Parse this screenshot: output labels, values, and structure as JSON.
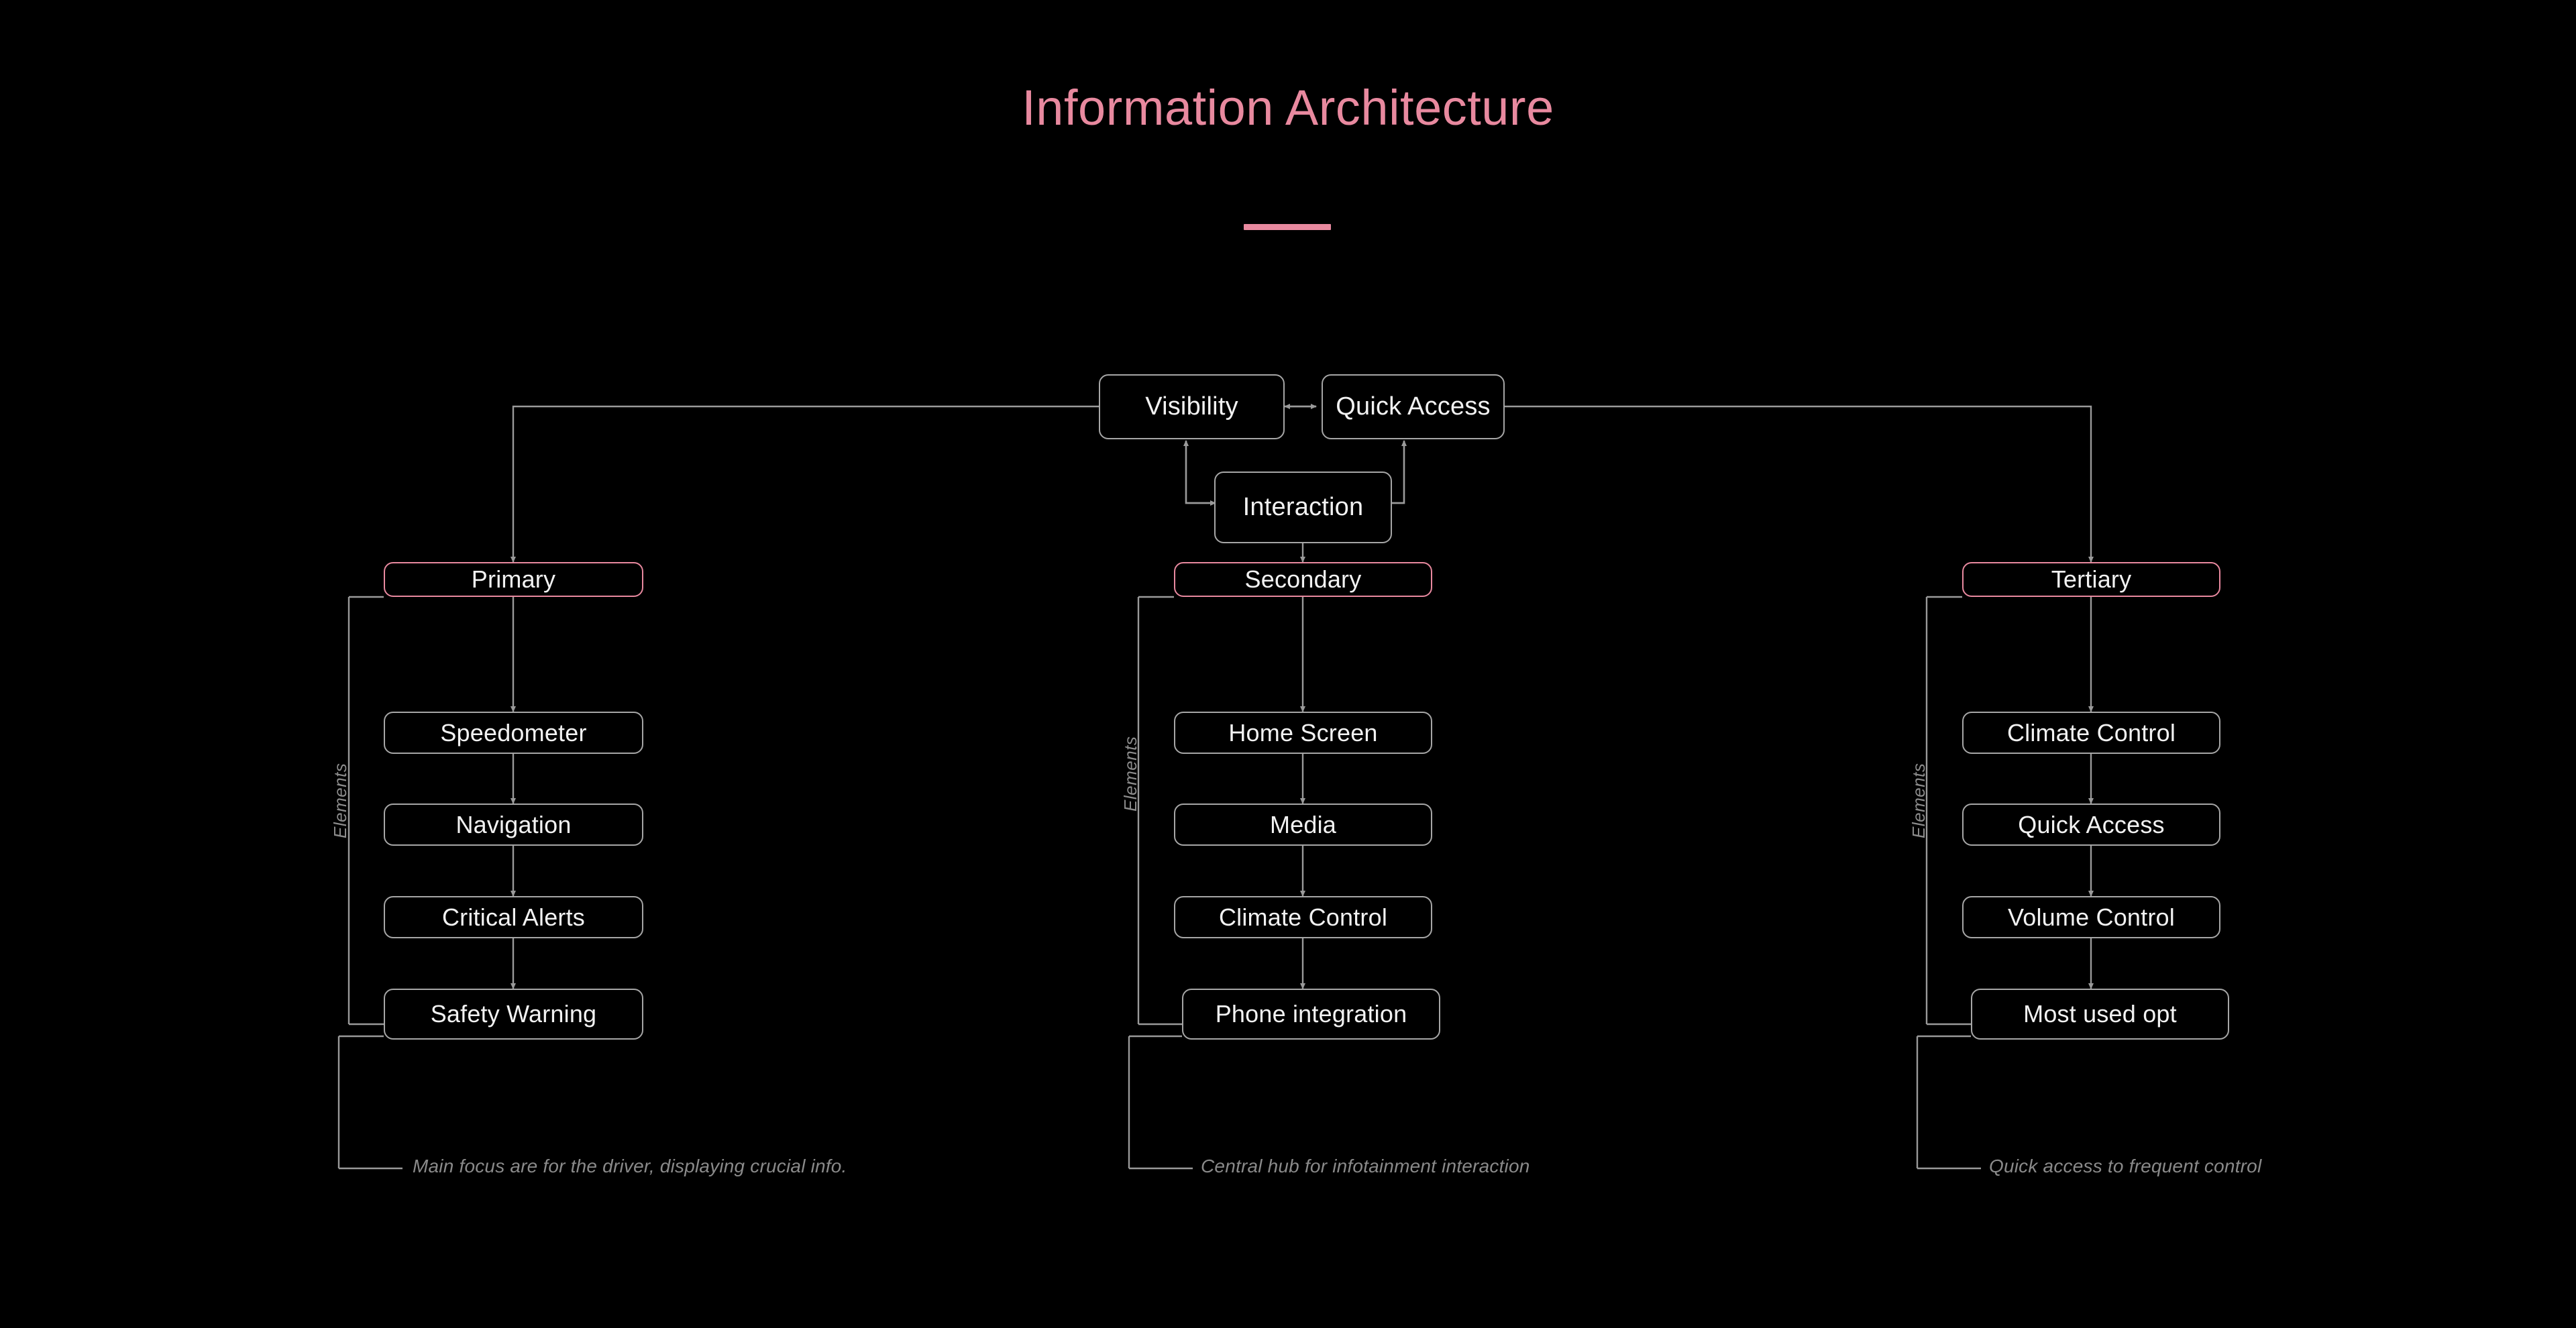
{
  "header": {
    "title": "Information Architecture",
    "accent_color": "#E8899F"
  },
  "colors": {
    "background": "#000000",
    "node_border": "#A6A6A6",
    "accent_border": "#E8899F",
    "node_text": "#F2F2F2",
    "muted_text": "#8A8A8A",
    "wire": "#9A9A9A"
  },
  "top_nodes": [
    {
      "id": "visibility",
      "label": "Visibility"
    },
    {
      "id": "quick-access",
      "label": "Quick Access"
    },
    {
      "id": "interaction",
      "label": "Interaction"
    }
  ],
  "columns": [
    {
      "id": "primary",
      "root": "Primary",
      "group_label": "Elements",
      "children": [
        "Speedometer",
        "Navigation",
        "Critical Alerts",
        "Safety Warning"
      ],
      "caption": "Main focus are for the driver, displaying crucial info."
    },
    {
      "id": "secondary",
      "root": "Secondary",
      "group_label": "Elements",
      "children": [
        "Home Screen",
        "Media",
        "Climate Control",
        "Phone integration"
      ],
      "caption": "Central hub for infotainment interaction"
    },
    {
      "id": "tertiary",
      "root": "Tertiary",
      "group_label": "Elements",
      "children": [
        "Climate Control",
        "Quick Access",
        "Volume Control",
        "Most used opt"
      ],
      "caption": "Quick access to frequent control"
    }
  ]
}
